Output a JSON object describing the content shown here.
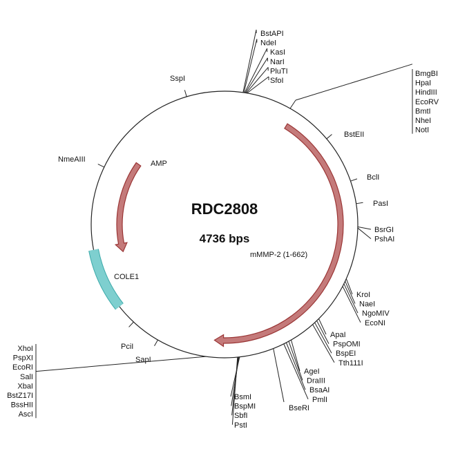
{
  "plasmid": {
    "name": "RDC2808",
    "size_label": "4736 bps"
  },
  "colors": {
    "backbone": "#222222",
    "cds_fill": "#c47a7a",
    "cds_stroke": "#9a3535",
    "origin_fill": "#7ecfcf",
    "origin_stroke": "#3aa9a9"
  },
  "features": [
    {
      "name": "AMP",
      "type": "cds",
      "direction": "ccw",
      "start_deg": 305,
      "end_deg": 255
    },
    {
      "name": "mMMP-2 (1-662)",
      "type": "cds",
      "direction": "cw",
      "start_deg": 32,
      "end_deg": 185
    },
    {
      "name": "COLE1",
      "type": "origin",
      "start_deg": 232,
      "end_deg": 259
    }
  ],
  "site_groups": [
    {
      "sites": [
        "BstAPI",
        "NdeI",
        "KasI",
        "NarI",
        "PluTI",
        "SfoI"
      ]
    },
    {
      "sites": [
        "BmgBI",
        "HpaI",
        "HindIII",
        "EcoRV",
        "BmtI",
        "NheI",
        "NotI"
      ]
    },
    {
      "sites": [
        "SspI"
      ]
    },
    {
      "sites": [
        "BstEII"
      ]
    },
    {
      "sites": [
        "NmeAIII"
      ]
    },
    {
      "sites": [
        "BclI"
      ]
    },
    {
      "sites": [
        "PasI"
      ]
    },
    {
      "sites": [
        "BsrGI",
        "PshAI"
      ]
    },
    {
      "sites": [
        "KroI",
        "NaeI",
        "NgoMIV",
        "EcoNI"
      ]
    },
    {
      "sites": [
        "ApaI",
        "PspOMI",
        "BspEI",
        "Tth111I"
      ]
    },
    {
      "sites": [
        "AgeI",
        "DraIII",
        "BsaAI",
        "PmlI"
      ]
    },
    {
      "sites": [
        "BseRI"
      ]
    },
    {
      "sites": [
        "BsmI",
        "BspMI",
        "SbfI",
        "PstI"
      ]
    },
    {
      "sites": [
        "PciI"
      ]
    },
    {
      "sites": [
        "SapI"
      ]
    },
    {
      "sites": [
        "XhoI",
        "PspXI",
        "EcoRI",
        "SalI",
        "XbaI",
        "BstZ17I",
        "BssHII",
        "AscI"
      ]
    }
  ]
}
